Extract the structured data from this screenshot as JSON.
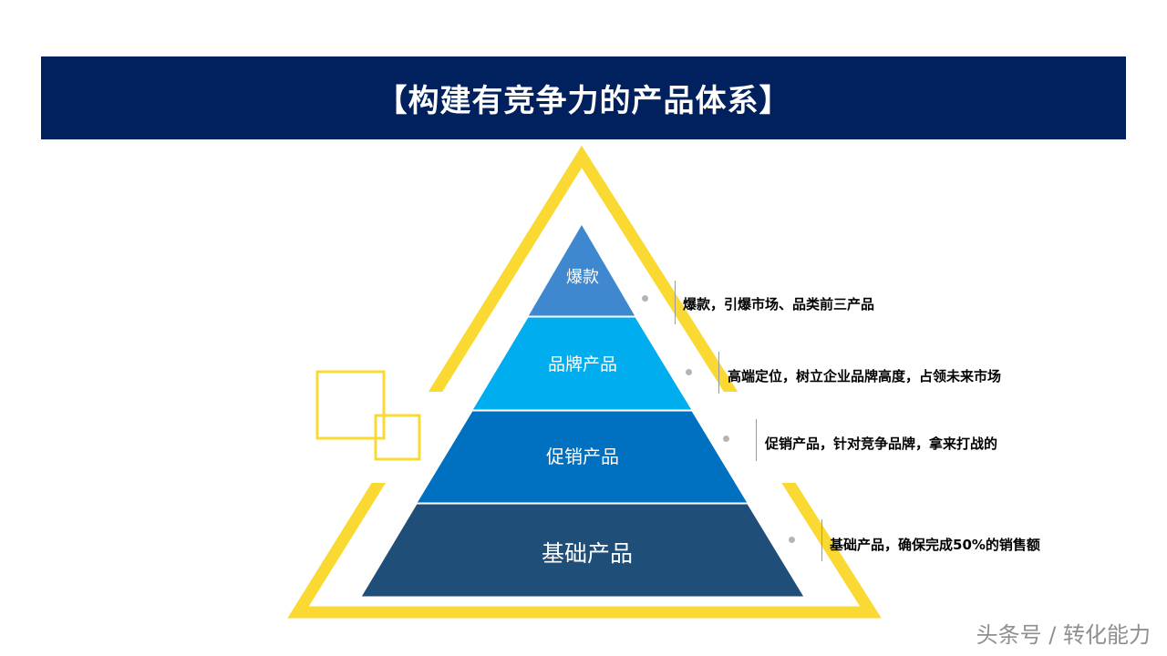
{
  "title": "【构建有竞争力的产品体系】",
  "levels": [
    {
      "label": "爆款",
      "color": "#3f88cf",
      "description": "爆款，引爆市场、品类前三产品"
    },
    {
      "label": "品牌产品",
      "color": "#00aeef",
      "description": "高端定位，树立企业品牌高度，占领未来市场"
    },
    {
      "label": "促销产品",
      "color": "#0070c0",
      "description": "促销产品，针对竞争品牌，拿来打战的"
    },
    {
      "label": "基础产品",
      "color": "#1f4e79",
      "description": "基础产品，确保完成50%的销售额"
    }
  ],
  "accent_color": "#fbd933",
  "header_color": "#00215e",
  "watermark": "头条号 / 转化能力"
}
